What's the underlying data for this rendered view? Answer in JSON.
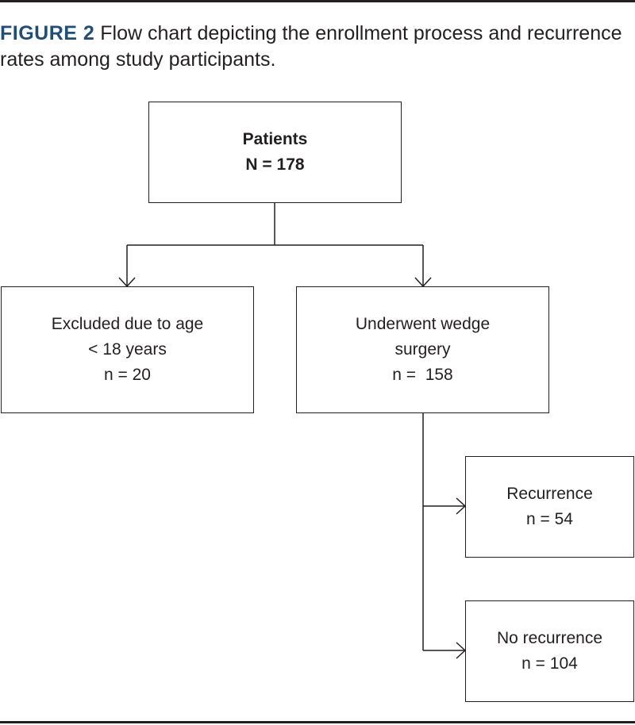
{
  "caption": {
    "label": "FIGURE 2",
    "text": " Flow chart depicting the enrollment process and recurrence rates among study participants."
  },
  "nodes": {
    "patients": {
      "line1": "Patients",
      "line2": "N = 178"
    },
    "excluded": {
      "line1": "Excluded due to age",
      "line2": "< 18 years",
      "line3": "n = 20"
    },
    "surgery": {
      "line1": "Underwent wedge",
      "line2": "surgery",
      "line3": "n =  158"
    },
    "recurrence": {
      "line1": "Recurrence",
      "line2": "n = 54"
    },
    "no_recurrence": {
      "line1": "No recurrence",
      "line2": "n = 104"
    }
  },
  "colors": {
    "label_accent": "#1f4e79",
    "ink": "#231f20"
  }
}
